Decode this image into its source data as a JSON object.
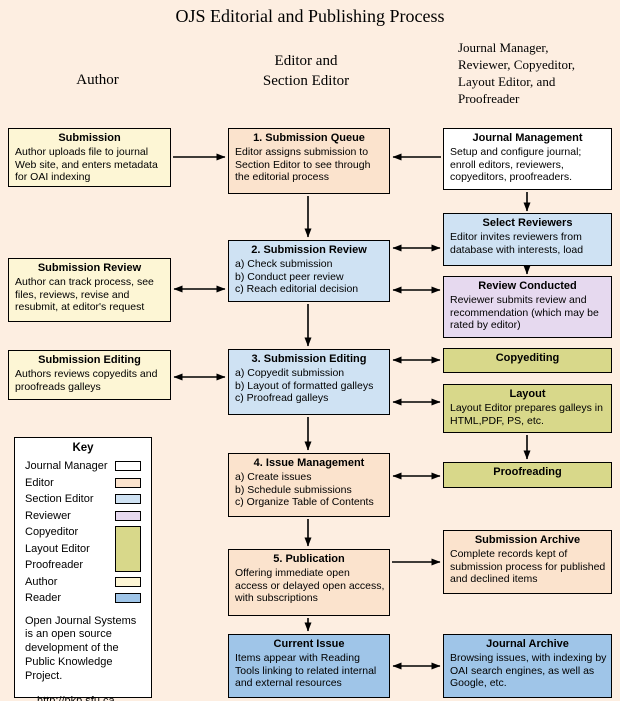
{
  "title": "OJS Editorial and Publishing Process",
  "headers": {
    "author": "Author",
    "editor": "Editor and\nSection Editor",
    "manager": "Journal Manager,\nReviewer, Copyeditor,\nLayout Editor, and\nProofreader"
  },
  "boxes": {
    "submission": {
      "title": "Submission",
      "body": "Author uploads file to journal Web site, and enters metadata for OAI indexing"
    },
    "submission_review_author": {
      "title": "Submission Review",
      "body": "Author can track process, see files, reviews, revise and resubmit, at editor's request"
    },
    "submission_editing_author": {
      "title": "Submission Editing",
      "body": "Authors reviews copyedits and proofreads galleys"
    },
    "queue": {
      "title": "1. Submission Queue",
      "body": "Editor assigns submission to Section Editor to see through the editorial process"
    },
    "review": {
      "title": "2. Submission Review",
      "body": "a) Check submission\nb) Conduct peer review\nc) Reach editorial decision"
    },
    "editing": {
      "title": "3. Submission Editing",
      "body": "a) Copyedit submission\nb) Layout of formatted galleys\nc) Proofread galleys"
    },
    "issue_management": {
      "title": "4. Issue Management",
      "body": "a) Create issues\nb) Schedule submissions\nc) Organize Table of Contents"
    },
    "publication": {
      "title": "5. Publication",
      "body": "Offering immediate open access or delayed open access, with subscriptions"
    },
    "current_issue": {
      "title": "Current Issue",
      "body": "Items appear with Reading Tools linking to related internal and external resources"
    },
    "journal_management": {
      "title": "Journal Management",
      "body": "Setup and configure journal; enroll editors, reviewers, copyeditors, proofreaders."
    },
    "select_reviewers": {
      "title": "Select Reviewers",
      "body": "Editor invites reviewers from database with interests, load"
    },
    "review_conducted": {
      "title": "Review Conducted",
      "body": "Reviewer submits review and recommendation (which may be rated by editor)"
    },
    "copyediting": {
      "title": "Copyediting",
      "body": ""
    },
    "layout": {
      "title": "Layout",
      "body": "Layout Editor prepares galleys in HTML,PDF, PS, etc."
    },
    "proofreading": {
      "title": "Proofreading",
      "body": ""
    },
    "submission_archive": {
      "title": "Submission Archive",
      "body": "Complete records kept of submission process for published and declined items"
    },
    "journal_archive": {
      "title": "Journal Archive",
      "body": "Browsing issues, with indexing by OAI search engines, as well as Google, etc."
    }
  },
  "key": {
    "title": "Key",
    "entries": [
      {
        "label": "Journal Manager",
        "color": "#ffffff"
      },
      {
        "label": "Editor",
        "color": "#fbe3cd"
      },
      {
        "label": "Section Editor",
        "color": "#cfe2f3"
      },
      {
        "label": "Reviewer",
        "color": "#e6d9ef"
      },
      {
        "label": "Copyeditor",
        "color": "#d8d88a"
      },
      {
        "label": "Layout Editor",
        "color": "#d8d88a"
      },
      {
        "label": "Proofreader",
        "color": "#d8d88a"
      },
      {
        "label": "Author",
        "color": "#fdf6d5"
      },
      {
        "label": "Reader",
        "color": "#9fc5e8"
      }
    ],
    "note": "Open Journal Systems is an open source development of the Public Knowledge Project.",
    "url": "http://pkp.sfu.ca"
  },
  "colors": {
    "background": "#fdeee1",
    "journal_manager": "#ffffff",
    "editor": "#fbe3cd",
    "section_editor": "#cfe2f3",
    "reviewer": "#e6d9ef",
    "copyeditor_group": "#d8d88a",
    "author": "#fdf6d5",
    "reader": "#9fc5e8",
    "border": "#000000"
  },
  "edges": [
    {
      "from": "submission",
      "to": "queue",
      "type": "arrow"
    },
    {
      "from": "journal_management",
      "to": "queue",
      "type": "arrow"
    },
    {
      "from": "queue",
      "to": "review",
      "type": "arrow"
    },
    {
      "from": "submission_review_author",
      "to": "review",
      "type": "double"
    },
    {
      "from": "review",
      "to": "select_reviewers",
      "type": "double"
    },
    {
      "from": "review",
      "to": "review_conducted",
      "type": "double"
    },
    {
      "from": "journal_management",
      "to": "select_reviewers",
      "type": "arrow"
    },
    {
      "from": "select_reviewers",
      "to": "review_conducted",
      "type": "arrow"
    },
    {
      "from": "review",
      "to": "editing",
      "type": "arrow"
    },
    {
      "from": "submission_editing_author",
      "to": "editing",
      "type": "double"
    },
    {
      "from": "editing",
      "to": "copyediting",
      "type": "double"
    },
    {
      "from": "editing",
      "to": "layout",
      "type": "double"
    },
    {
      "from": "layout",
      "to": "proofreading",
      "type": "arrow"
    },
    {
      "from": "issue_management",
      "to": "proofreading",
      "type": "double"
    },
    {
      "from": "editing",
      "to": "issue_management",
      "type": "arrow"
    },
    {
      "from": "issue_management",
      "to": "publication",
      "type": "arrow"
    },
    {
      "from": "publication",
      "to": "submission_archive",
      "type": "arrow"
    },
    {
      "from": "publication",
      "to": "current_issue",
      "type": "arrow"
    },
    {
      "from": "current_issue",
      "to": "journal_archive",
      "type": "double"
    }
  ]
}
